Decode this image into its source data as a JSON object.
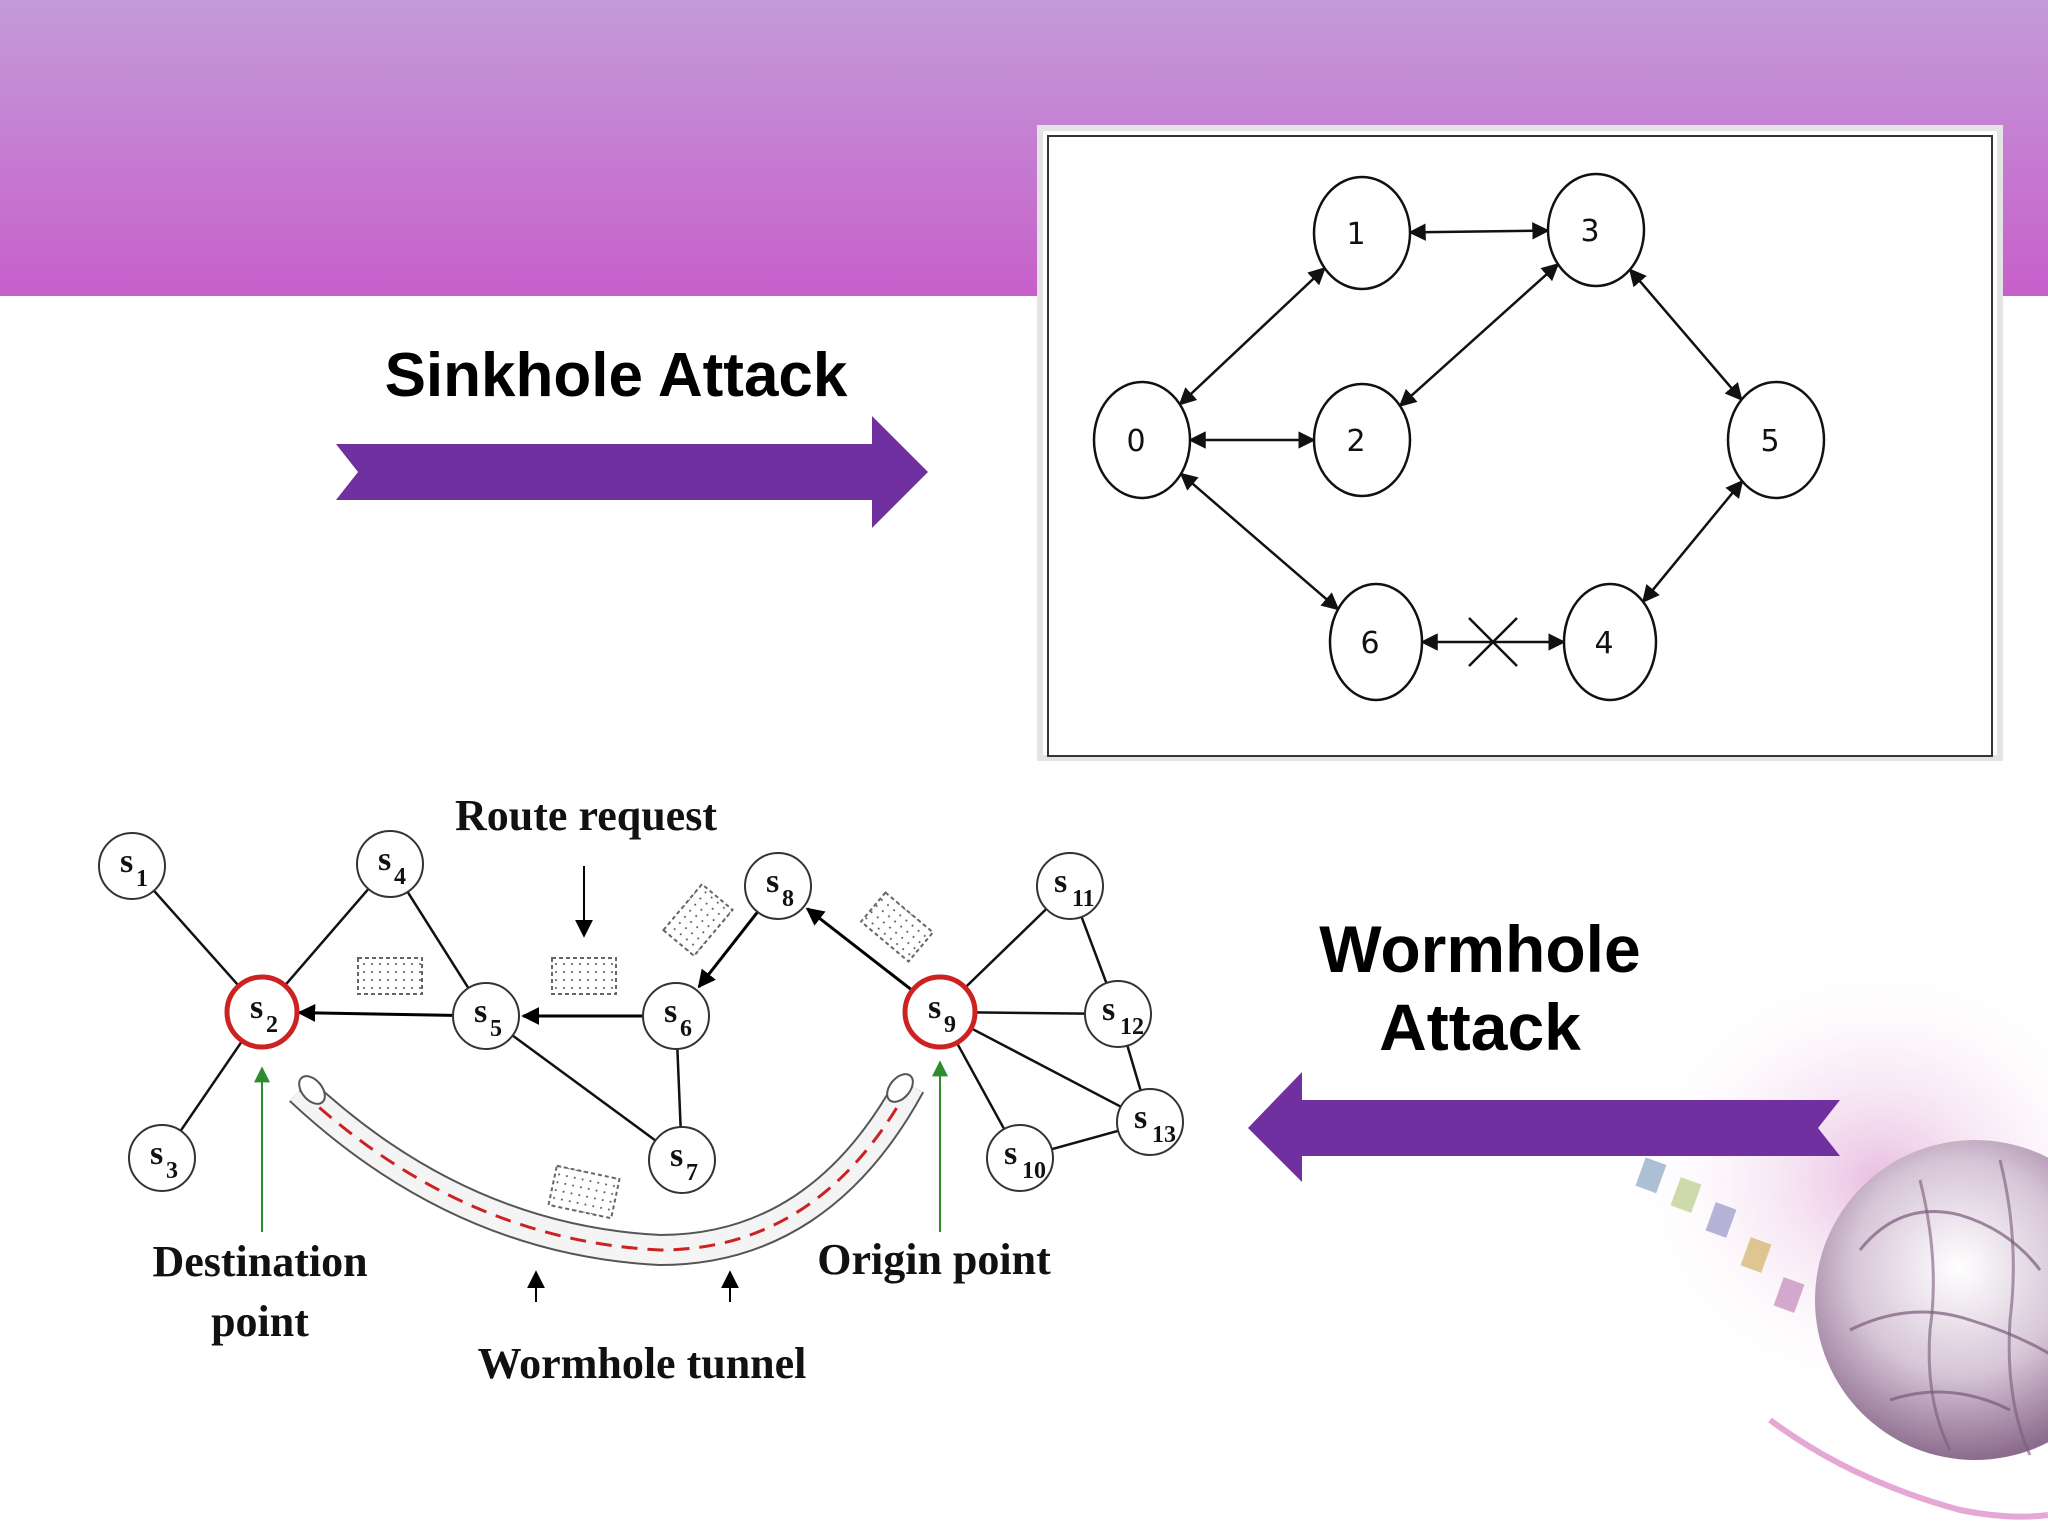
{
  "slide": {
    "sinkhole_title": "Sinkhole Attack",
    "wormhole_title_line1": "Wormhole",
    "wormhole_title_line2": "Attack",
    "accent_color": "#7030a0",
    "header_gradient": [
      "#c39bd8",
      "#c75fcb"
    ]
  },
  "sinkhole_diagram": {
    "nodes": [
      {
        "id": "0",
        "label": "0"
      },
      {
        "id": "1",
        "label": "1"
      },
      {
        "id": "2",
        "label": "2"
      },
      {
        "id": "3",
        "label": "3"
      },
      {
        "id": "4",
        "label": "4"
      },
      {
        "id": "5",
        "label": "5"
      },
      {
        "id": "6",
        "label": "6"
      }
    ],
    "edges": [
      {
        "from": "0",
        "to": "1",
        "bidirectional": true
      },
      {
        "from": "0",
        "to": "2",
        "bidirectional": true
      },
      {
        "from": "0",
        "to": "6",
        "bidirectional": true
      },
      {
        "from": "1",
        "to": "3",
        "bidirectional": true
      },
      {
        "from": "2",
        "to": "3",
        "bidirectional": true
      },
      {
        "from": "3",
        "to": "5",
        "bidirectional": true
      },
      {
        "from": "5",
        "to": "4",
        "bidirectional": true
      },
      {
        "from": "6",
        "to": "4",
        "bidirectional": true,
        "blocked": true
      }
    ]
  },
  "wormhole_diagram": {
    "nodes": [
      {
        "id": "s1",
        "base": "s",
        "sub": "1"
      },
      {
        "id": "s2",
        "base": "s",
        "sub": "2",
        "highlight": true
      },
      {
        "id": "s3",
        "base": "s",
        "sub": "3"
      },
      {
        "id": "s4",
        "base": "s",
        "sub": "4"
      },
      {
        "id": "s5",
        "base": "s",
        "sub": "5"
      },
      {
        "id": "s6",
        "base": "s",
        "sub": "6"
      },
      {
        "id": "s7",
        "base": "s",
        "sub": "7"
      },
      {
        "id": "s8",
        "base": "s",
        "sub": "8"
      },
      {
        "id": "s9",
        "base": "s",
        "sub": "9",
        "highlight": true
      },
      {
        "id": "s10",
        "base": "s",
        "sub": "10"
      },
      {
        "id": "s11",
        "base": "s",
        "sub": "11"
      },
      {
        "id": "s12",
        "base": "s",
        "sub": "12"
      },
      {
        "id": "s13",
        "base": "s",
        "sub": "13"
      }
    ],
    "links": [
      [
        "s1",
        "s2"
      ],
      [
        "s3",
        "s2"
      ],
      [
        "s4",
        "s2"
      ],
      [
        "s4",
        "s5"
      ],
      [
        "s5",
        "s7"
      ],
      [
        "s6",
        "s7"
      ],
      [
        "s9",
        "s11"
      ],
      [
        "s9",
        "s12"
      ],
      [
        "s9",
        "s13"
      ],
      [
        "s9",
        "s10"
      ],
      [
        "s11",
        "s12"
      ],
      [
        "s12",
        "s13"
      ],
      [
        "s13",
        "s10"
      ]
    ],
    "directed_links": [
      [
        "s5",
        "s2"
      ],
      [
        "s6",
        "s5"
      ],
      [
        "s8",
        "s6"
      ],
      [
        "s9",
        "s8"
      ]
    ],
    "labels": {
      "route_request": "Route request",
      "destination_point_line1": "Destination",
      "destination_point_line2": "point",
      "origin_point": "Origin point",
      "wormhole_tunnel": "Wormhole tunnel"
    },
    "highlight_color": "#cc2222",
    "pointer_color": "#2e8b2e"
  }
}
